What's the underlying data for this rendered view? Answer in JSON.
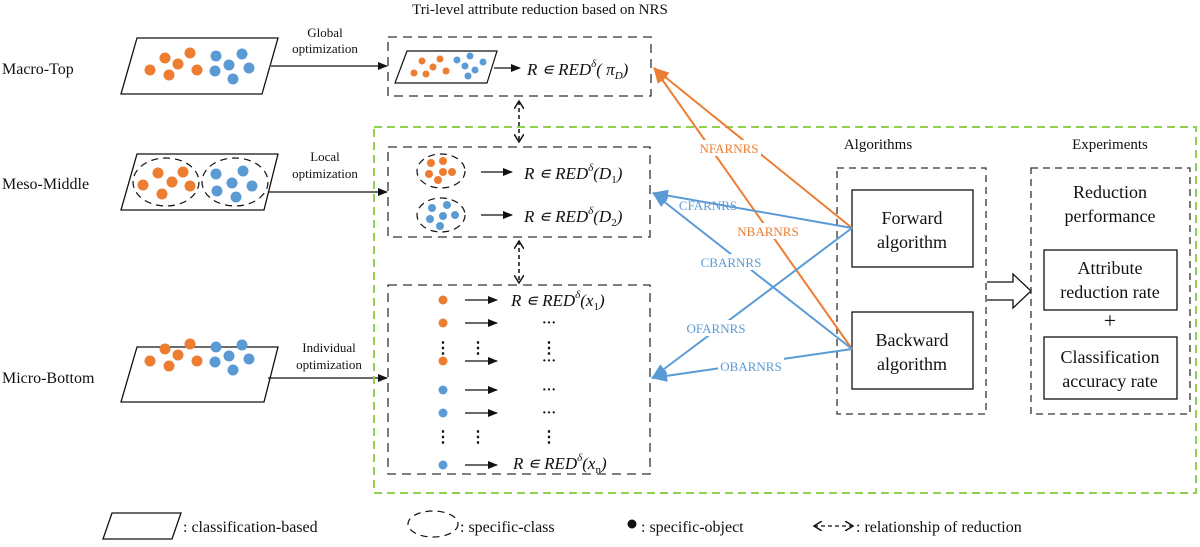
{
  "title": "Tri-level attribute reduction based on NRS",
  "colors": {
    "orange": "#ED7D31",
    "blue": "#5B9BD5",
    "green_dash": "#92D050",
    "black": "#111111"
  },
  "levels": [
    {
      "label": "Macro-Top",
      "optimization": [
        "Global",
        "optimization"
      ]
    },
    {
      "label": "Meso-Middle",
      "optimization": [
        "Local",
        "optimization"
      ]
    },
    {
      "label": "Micro-Bottom",
      "optimization": [
        "Individual",
        "optimization"
      ]
    }
  ],
  "reductions": {
    "top": {
      "prefix": "R ∊ RED",
      "sup": "δ",
      "arg": "( π",
      "sub": "D",
      "close": ")"
    },
    "middle": [
      {
        "prefix": "R ∊ RED",
        "sup": "δ",
        "arg": "(D",
        "sub": "1",
        "close": ")"
      },
      {
        "prefix": "R ∊ RED",
        "sup": "δ",
        "arg": "(D",
        "sub": "2",
        "close": ")"
      }
    ],
    "bottom": {
      "first": {
        "prefix": "R ∊ RED",
        "sup": "δ",
        "arg": "(x",
        "sub": "1",
        "close": ")"
      },
      "last": {
        "prefix": "R ∊ RED",
        "sup": "δ",
        "arg": "(x",
        "sub": "n",
        "close": ")"
      },
      "ellipsis": "···",
      "vellipsis": "⋮"
    }
  },
  "algorithms": {
    "header": "Algorithms",
    "forward": [
      "Forward",
      "algorithm"
    ],
    "backward": [
      "Backward",
      "algorithm"
    ]
  },
  "experiments": {
    "header": "Experiments",
    "performance": [
      "Reduction",
      "performance"
    ],
    "attribute": [
      "Attribute",
      "reduction rate"
    ],
    "plus": "+",
    "classification": [
      "Classification",
      "accuracy rate"
    ]
  },
  "edges": [
    {
      "label": "NFARNRS",
      "from": "forward",
      "to": "macro-top",
      "color": "orange"
    },
    {
      "label": "NBARNRS",
      "from": "backward",
      "to": "macro-top",
      "color": "orange"
    },
    {
      "label": "CFARNRS",
      "from": "forward",
      "to": "meso-middle",
      "color": "blue"
    },
    {
      "label": "CBARNRS",
      "from": "backward",
      "to": "meso-middle",
      "color": "blue"
    },
    {
      "label": "OFARNRS",
      "from": "forward",
      "to": "micro-bottom",
      "color": "blue"
    },
    {
      "label": "OBARNRS",
      "from": "backward",
      "to": "micro-bottom",
      "color": "blue"
    }
  ],
  "legend": {
    "classification": ": classification-based",
    "class": ": specific-class",
    "object": ":  specific-object",
    "relationship": ": relationship of reduction"
  }
}
